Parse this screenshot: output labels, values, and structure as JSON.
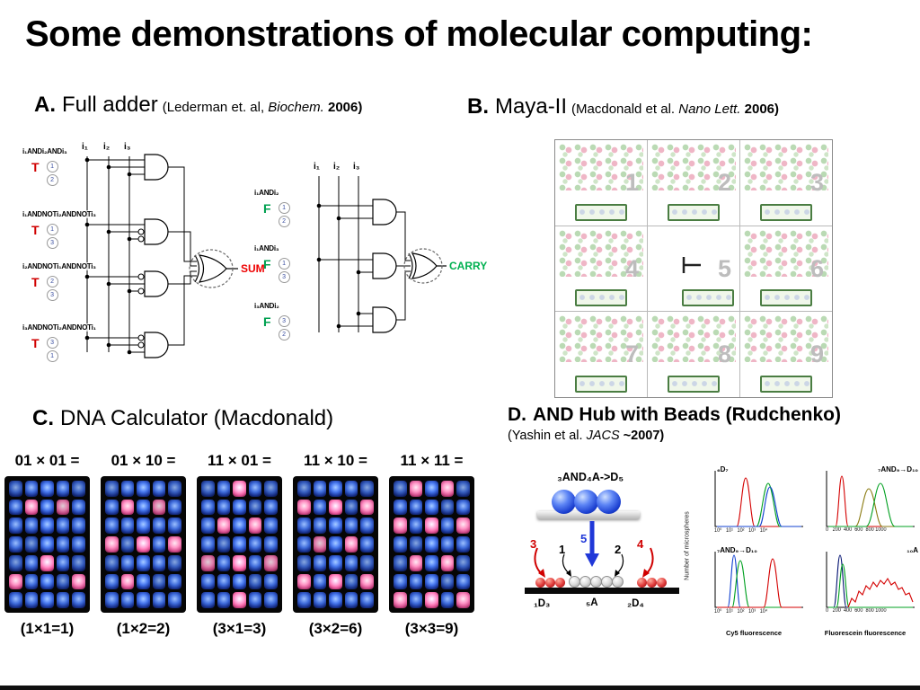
{
  "slide": {
    "title": "Some demonstrations of molecular computing:"
  },
  "panelA": {
    "label": "A.",
    "title": "Full adder",
    "cite_pre": "(Lederman et. al, ",
    "cite_italic": "Biochem.",
    "cite_year": " 2006)",
    "inputs": [
      "i₁",
      "i₂",
      "i₃"
    ],
    "sum_gates": [
      {
        "name": "i₁ANDi₂ANDi₃",
        "state": "T",
        "circles": [
          "1",
          "2"
        ]
      },
      {
        "name": "i₁ANDNOTi₂ANDNOTi₃",
        "state": "T",
        "circles": [
          "1",
          "3"
        ]
      },
      {
        "name": "i₂ANDNOTi₁ANDNOTi₃",
        "state": "T",
        "circles": [
          "2",
          "3"
        ]
      },
      {
        "name": "i₃ANDNOTi₂ANDNOTi₁",
        "state": "T",
        "circles": [
          "3",
          "1"
        ]
      }
    ],
    "sum_output": "SUM",
    "carry_gates": [
      {
        "name": "i₁ANDi₂",
        "state": "F",
        "circles": [
          "1",
          "2"
        ]
      },
      {
        "name": "i₁ANDi₃",
        "state": "F",
        "circles": [
          "1",
          "3"
        ]
      },
      {
        "name": "i₃ANDi₂",
        "state": "F",
        "circles": [
          "3",
          "2"
        ]
      }
    ],
    "carry_output": "CARRY"
  },
  "panelB": {
    "label": "B.",
    "title": "Maya-II",
    "cite_pre": "(Macdonald et al. ",
    "cite_italic": "Nano Lett.",
    "cite_year": " 2006)",
    "cells": [
      "1",
      "2",
      "3",
      "4",
      "5",
      "6",
      "7",
      "8",
      "9"
    ]
  },
  "panelC": {
    "label": "C.",
    "title": "DNA Calculator (Macdonald)",
    "grid": {
      "rows": 7,
      "cols": 5
    },
    "gels": [
      {
        "label": "01 × 01 =",
        "caption": "(1×1=1)",
        "pink": [
          [
            1,
            1
          ],
          [
            1,
            3
          ],
          [
            4,
            2
          ],
          [
            5,
            0
          ],
          [
            5,
            4
          ]
        ]
      },
      {
        "label": "01 × 10 =",
        "caption": "(1×2=2)",
        "pink": [
          [
            1,
            1
          ],
          [
            1,
            3
          ],
          [
            3,
            0
          ],
          [
            3,
            2
          ],
          [
            3,
            4
          ],
          [
            5,
            1
          ]
        ]
      },
      {
        "label": "11 × 01 =",
        "caption": "(3×1=3)",
        "pink": [
          [
            0,
            2
          ],
          [
            2,
            1
          ],
          [
            2,
            3
          ],
          [
            4,
            0
          ],
          [
            4,
            2
          ],
          [
            4,
            4
          ],
          [
            6,
            2
          ]
        ]
      },
      {
        "label": "11 × 10 =",
        "caption": "(3×2=6)",
        "pink": [
          [
            1,
            0
          ],
          [
            1,
            2
          ],
          [
            1,
            4
          ],
          [
            3,
            1
          ],
          [
            3,
            3
          ],
          [
            5,
            0
          ],
          [
            5,
            2
          ],
          [
            5,
            4
          ]
        ]
      },
      {
        "label": "11 × 11 =",
        "caption": "(3×3=9)",
        "pink": [
          [
            0,
            1
          ],
          [
            0,
            3
          ],
          [
            2,
            0
          ],
          [
            2,
            2
          ],
          [
            2,
            4
          ],
          [
            4,
            1
          ],
          [
            4,
            3
          ],
          [
            6,
            0
          ],
          [
            6,
            2
          ],
          [
            6,
            4
          ]
        ]
      }
    ]
  },
  "panelD": {
    "label": "D.",
    "title": "AND Hub with Beads (Rudchenko)",
    "cite_pre": "(Yashin et al. ",
    "cite_italic": "JACS",
    "cite_year": " ~2007)",
    "diagram": {
      "top_label": "₃AND₄A->D₅",
      "num_left_red": "3",
      "num_left_black": "1",
      "num_center_blue": "5",
      "num_right_black": "2",
      "num_right_red": "4",
      "bead_left": "₁D₃",
      "bead_center": "₅A",
      "bead_right": "₂D₄"
    },
    "cyto": {
      "ylabel": "Number of microspheres",
      "xlabel_left": "Cy5 fluorescence",
      "xlabel_right": "Fluorescein fluorescence",
      "panels": [
        {
          "label": "₆D₇",
          "ticks": "10⁰   10¹   10²   10³   10⁴"
        },
        {
          "label": "₇AND₉→D₁₀",
          "ticks": "0   200  400  600  800 1000"
        },
        {
          "label": "₇AND₉→D₁₀",
          "ticks": "10⁰   10¹   10²   10³   10⁴"
        },
        {
          "label": "₁₀A",
          "ticks": "0   200  400  600  800 1000"
        }
      ]
    }
  }
}
